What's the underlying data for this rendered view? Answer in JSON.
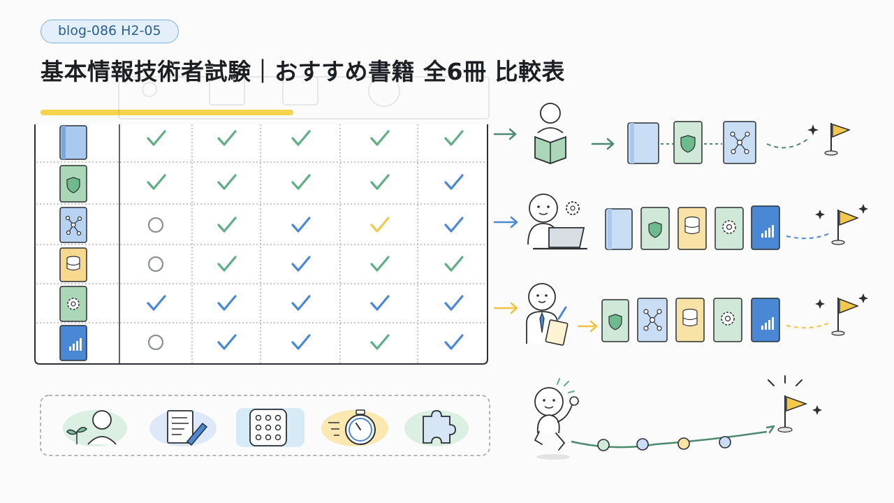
{
  "tag": "blog-086 H2-05",
  "title": "基本情報技術者試験｜おすすめ書籍 全6冊 比較表",
  "table": {
    "rows": [
      {
        "book_icon": "book-plain-icon",
        "book_color": "blue",
        "marks": [
          "check-green",
          "check-green",
          "check-green",
          "check-green",
          "check-green"
        ]
      },
      {
        "book_icon": "book-shield-icon",
        "book_color": "green",
        "marks": [
          "check-green",
          "check-green",
          "check-green",
          "check-green",
          "check-blue"
        ]
      },
      {
        "book_icon": "book-network-icon",
        "book_color": "blue",
        "marks": [
          "circle",
          "check-green",
          "check-blue",
          "check-yellow",
          "check-blue"
        ]
      },
      {
        "book_icon": "book-database-icon",
        "book_color": "yellow",
        "marks": [
          "circle",
          "check-green",
          "check-blue",
          "check-green",
          "check-green"
        ]
      },
      {
        "book_icon": "book-gear-icon",
        "book_color": "green",
        "marks": [
          "check-blue",
          "check-blue",
          "check-blue",
          "check-blue",
          "check-blue"
        ]
      },
      {
        "book_icon": "book-chart-icon",
        "book_color": "blue",
        "marks": [
          "circle",
          "check-blue",
          "check-blue",
          "check-green",
          "check-blue"
        ]
      }
    ]
  },
  "legend_icons": [
    "beginner-sprout-icon",
    "notes-pencil-icon",
    "grid-dots-icon",
    "stopwatch-icon",
    "puzzle-icon"
  ],
  "routes": [
    {
      "person": "reader-person-icon",
      "arrow_color": "#4e8a6e",
      "books": [
        "book-plain-icon",
        "book-shield-icon",
        "book-network-icon"
      ]
    },
    {
      "person": "laptop-person-icon",
      "arrow_color": "#4a8bd0",
      "books": [
        "book-plain-icon",
        "book-shield-icon",
        "book-database-icon",
        "book-gear-icon",
        "book-chart-icon"
      ]
    },
    {
      "person": "clipboard-person-icon",
      "arrow_color": "#f2c343",
      "books": [
        "book-shield-icon",
        "book-network-icon",
        "book-database-icon",
        "book-gear-icon",
        "book-chart-icon"
      ]
    }
  ],
  "colors": {
    "green": "#5fae84",
    "blue": "#4a88d6",
    "yellow": "#f2c94c",
    "book_blue": "#c9def5",
    "book_green": "#cfe8d8",
    "book_yellow": "#f8e2a6",
    "accent_underline": "#f6d44e"
  }
}
